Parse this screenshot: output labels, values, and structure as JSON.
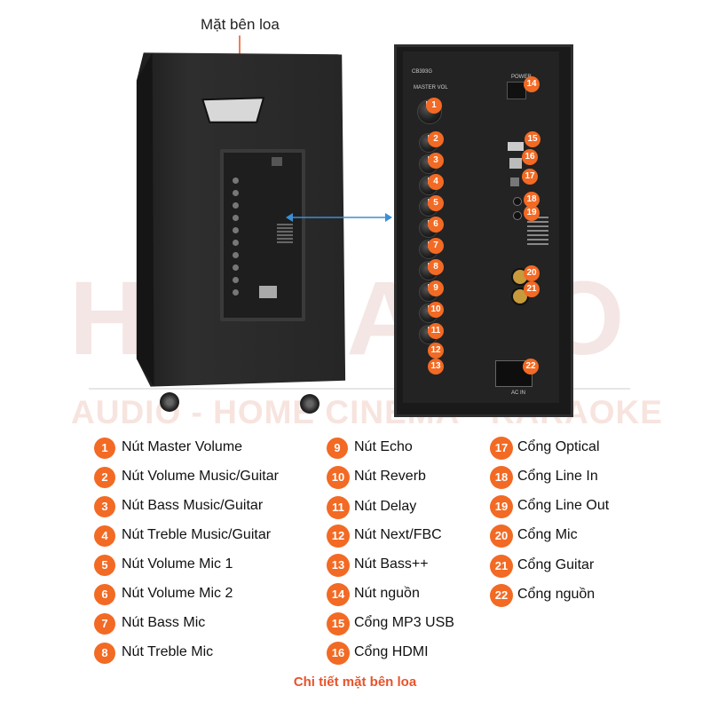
{
  "header": {
    "side_label": "Mặt bên loa"
  },
  "watermark": {
    "brand": "HD RADIO",
    "tagline": "AUDIO - HOME CINEMA - KARAOKE"
  },
  "panel": {
    "model": "CB393G",
    "master_vol_label": "MASTER VOL",
    "power_label": "POWER",
    "ac_in_label": "AC IN",
    "callouts": [
      "1",
      "2",
      "3",
      "4",
      "5",
      "6",
      "7",
      "8",
      "9",
      "10",
      "11",
      "12",
      "13",
      "14",
      "15",
      "16",
      "17",
      "18",
      "19",
      "20",
      "21",
      "22"
    ]
  },
  "legend": {
    "col1": [
      {
        "num": "1",
        "text": "Nút Master Volume"
      },
      {
        "num": "2",
        "text": "Nút Volume Music/Guitar"
      },
      {
        "num": "3",
        "text": "Nút Bass Music/Guitar"
      },
      {
        "num": "4",
        "text": "Nút Treble Music/Guitar"
      },
      {
        "num": "5",
        "text": "Nút Volume Mic 1"
      },
      {
        "num": "6",
        "text": "Nút Volume Mic 2"
      },
      {
        "num": "7",
        "text": "Nút Bass Mic"
      },
      {
        "num": "8",
        "text": "Nút Treble Mic"
      }
    ],
    "col2": [
      {
        "num": "9",
        "text": "Nút Echo"
      },
      {
        "num": "10",
        "text": "Nút Reverb"
      },
      {
        "num": "11",
        "text": "Nút Delay"
      },
      {
        "num": "12",
        "text": "Nút Next/FBC"
      },
      {
        "num": "13",
        "text": "Nút Bass++"
      },
      {
        "num": "14",
        "text": "Nút nguồn"
      },
      {
        "num": "15",
        "text": "Cổng MP3 USB"
      },
      {
        "num": "16",
        "text": "Cổng HDMI"
      }
    ],
    "col3": [
      {
        "num": "17",
        "text": "Cổng Optical"
      },
      {
        "num": "18",
        "text": "Cổng Line In"
      },
      {
        "num": "19",
        "text": "Cổng Line Out"
      },
      {
        "num": "20",
        "text": "Cổng Mic"
      },
      {
        "num": "21",
        "text": "Cổng Guitar"
      },
      {
        "num": "22",
        "text": "Cổng nguồn"
      }
    ]
  },
  "caption": "Chi tiết mặt bên loa",
  "colors": {
    "accent": "#f26a24",
    "caption": "#e8532a",
    "cabinet": "#2b2b2b",
    "arrow": "#3a8fd6"
  }
}
